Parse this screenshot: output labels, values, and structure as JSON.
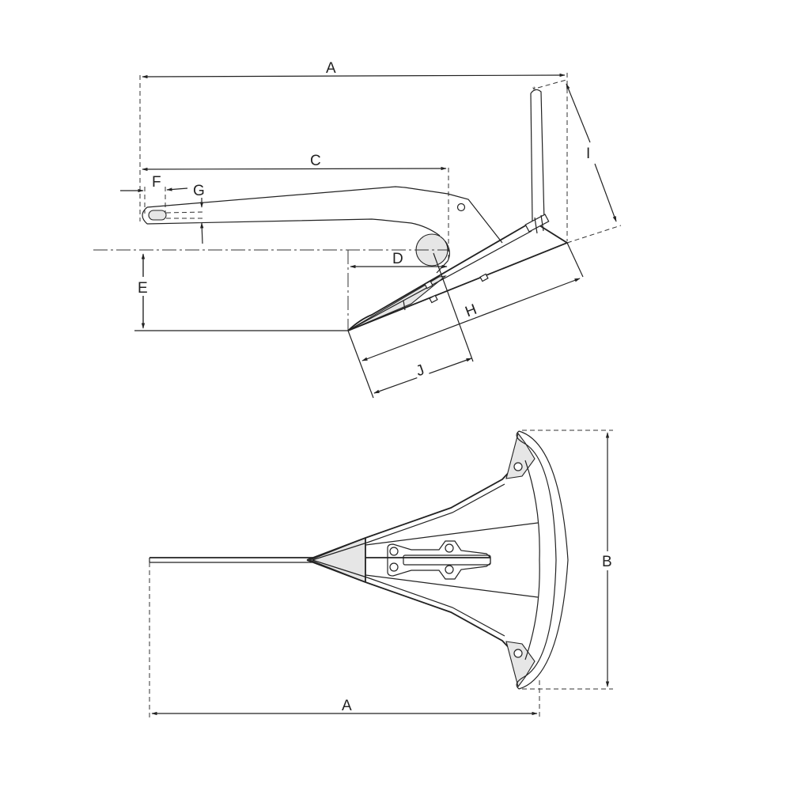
{
  "drawing": {
    "subject": "anchor",
    "background": "#ffffff",
    "line_color": "#222222",
    "shade_color": "#e6e6e6",
    "views": [
      {
        "name": "side-view",
        "position": "top"
      },
      {
        "name": "top-view",
        "position": "bottom"
      }
    ]
  },
  "dimensions": {
    "side_view": {
      "A": "A",
      "C": "C",
      "F": "F",
      "G": "G",
      "D": "D",
      "E": "E",
      "H": "H",
      "I": "I",
      "J": "J"
    },
    "top_view": {
      "A": "A",
      "B": "B"
    }
  }
}
